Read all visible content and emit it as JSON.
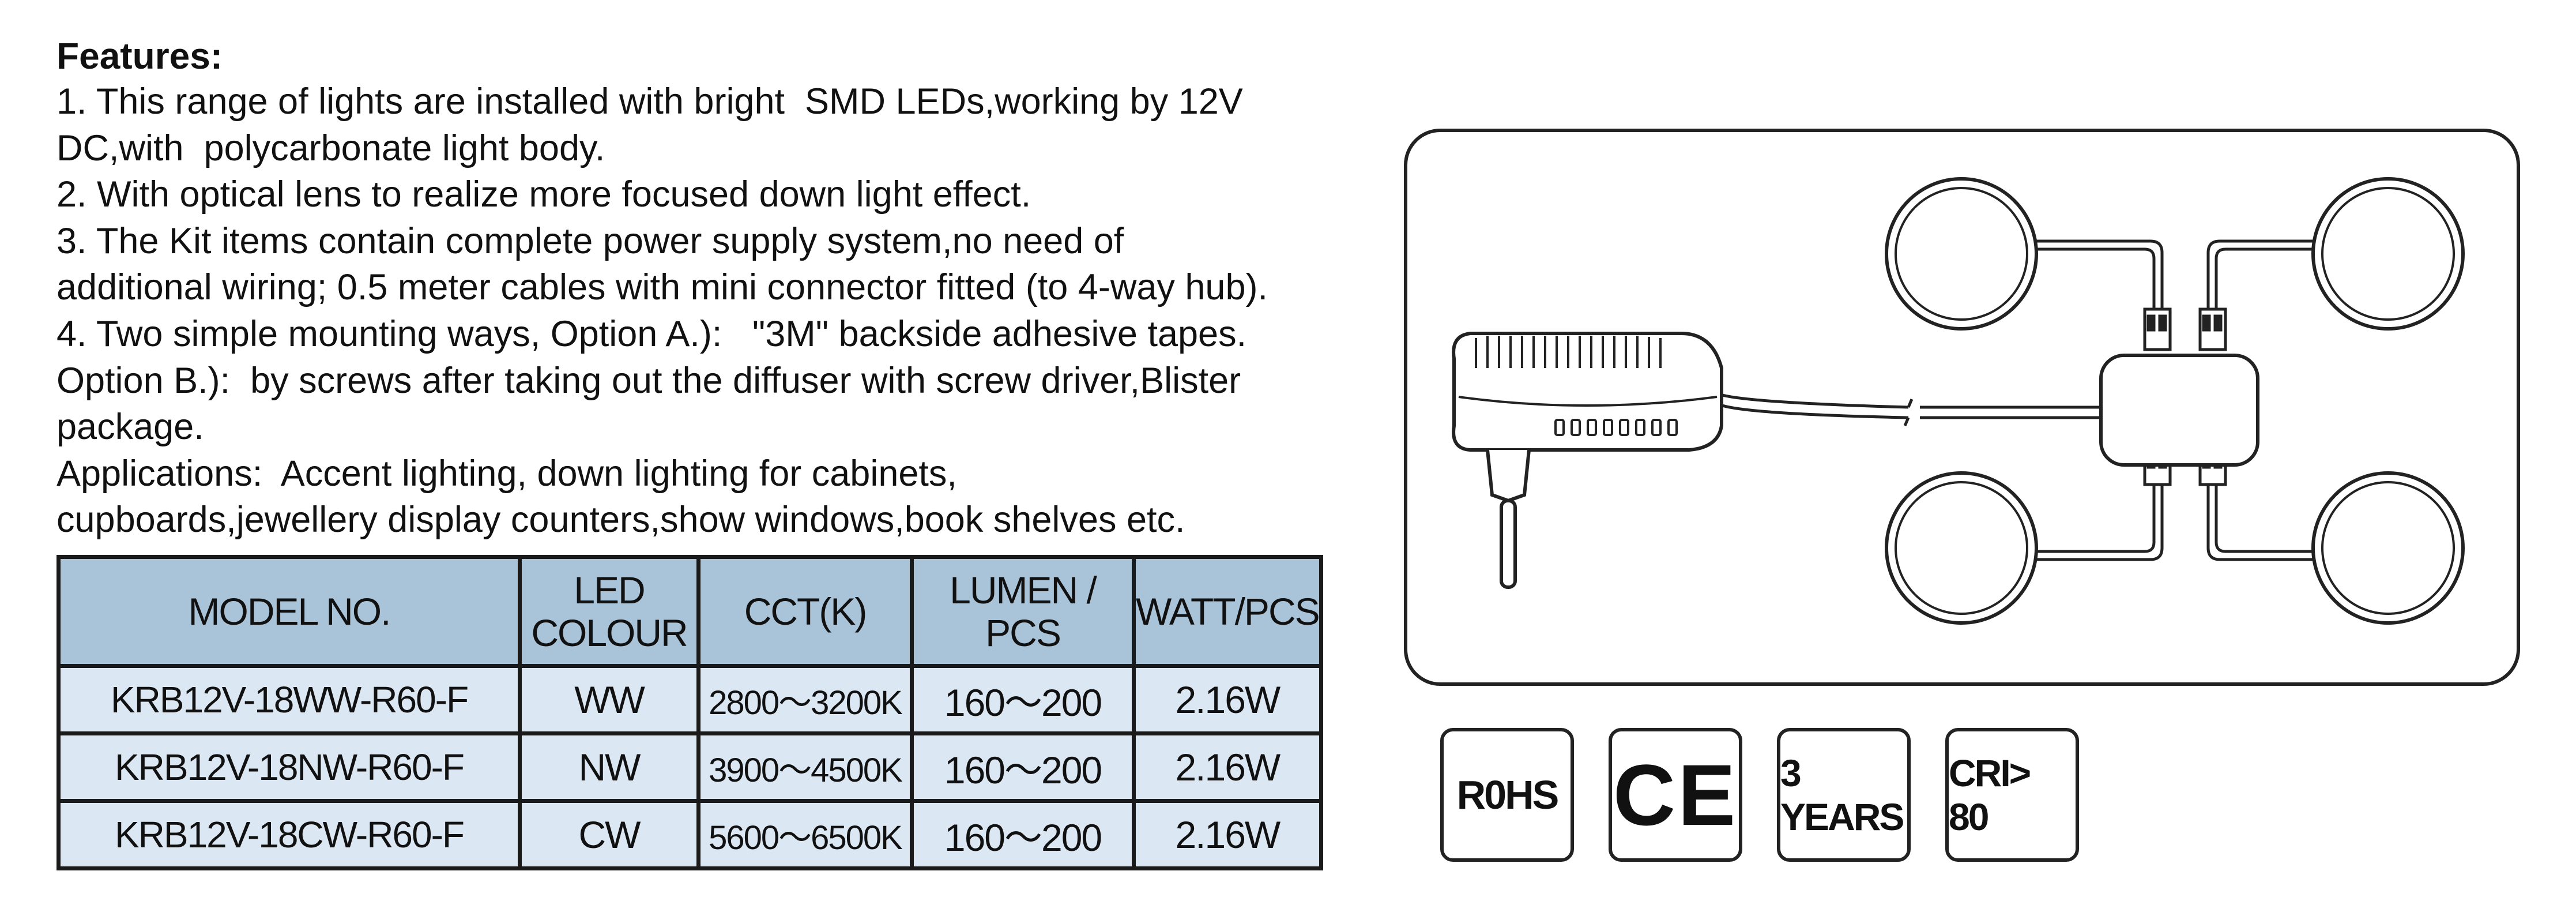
{
  "features": {
    "heading": "Features:",
    "lines": [
      "1. This range of lights are installed with bright  SMD LEDs,working by 12V",
      "DC,with  polycarbonate light body.",
      "2. With optical lens to realize more focused down light effect.",
      "3. The Kit items contain complete power supply system,no need of",
      "additional wiring; 0.5 meter cables with mini connector fitted (to 4-way hub).",
      "4. Two simple mounting ways, Option A.):   \"3M\" backside adhesive tapes.",
      "Option B.):  by screws after taking out the diffuser with screw driver,Blister",
      "package.",
      "Applications:  Accent lighting, down lighting for cabinets,",
      "cupboards,jewellery display counters,show windows,book shelves etc."
    ]
  },
  "table": {
    "headers": {
      "model": "MODEL NO.",
      "led_line1": "LED",
      "led_line2": "COLOUR",
      "cct": "CCT(K)",
      "lumen": "LUMEN / PCS",
      "watt": "WATT/PCS"
    },
    "rows": [
      {
        "model": "KRB12V-18WW-R60-F",
        "colour": "WW",
        "cct": "2800～3200K",
        "lumen": "160～200",
        "watt": "2.16W"
      },
      {
        "model": "KRB12V-18NW-R60-F",
        "colour": "NW",
        "cct": "3900～4500K",
        "lumen": "160～200",
        "watt": "2.16W"
      },
      {
        "model": "KRB12V-18CW-R60-F",
        "colour": "CW",
        "cct": "5600～6500K",
        "lumen": "160～200",
        "watt": "2.16W"
      }
    ],
    "header_color": "#a9c3d8",
    "row_color": "#dbe8f3"
  },
  "badges": {
    "rohs": "R0HS",
    "ce": "CE",
    "years": "3 YEARS",
    "cri": "CRI> 80"
  }
}
